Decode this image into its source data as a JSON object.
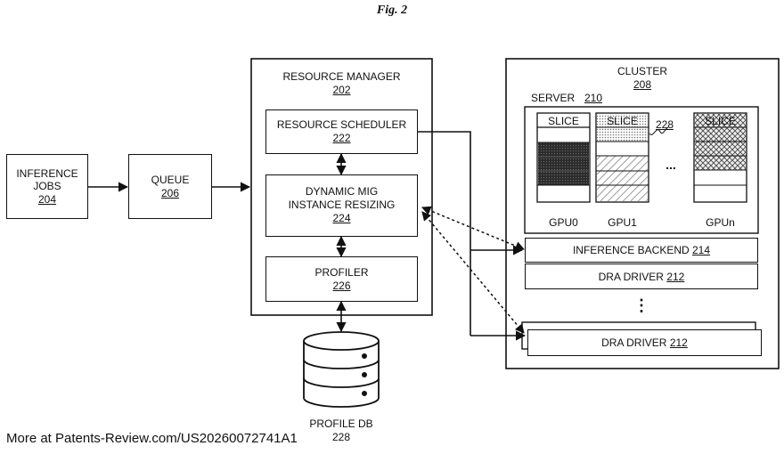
{
  "figure_title": "Fig. 2",
  "inference_jobs": {
    "label1": "INFERENCE",
    "label2": "JOBS",
    "ref": "204"
  },
  "queue": {
    "label": "QUEUE",
    "ref": "206"
  },
  "resource_manager": {
    "label": "RESOURCE MANAGER",
    "ref": "202"
  },
  "resource_scheduler": {
    "label": "RESOURCE SCHEDULER",
    "ref": "222"
  },
  "mig_resizing": {
    "label1": "DYNAMIC MIG",
    "label2": "INSTANCE RESIZING",
    "ref": "224"
  },
  "profiler": {
    "label": "PROFILER",
    "ref": "226"
  },
  "profile_db": {
    "label": "PROFILE DB",
    "ref": "228"
  },
  "cluster": {
    "label": "CLUSTER",
    "ref": "208"
  },
  "server": {
    "label": "SERVER",
    "ref": "210"
  },
  "gpus": [
    {
      "slice_label": "SLICE",
      "name": "GPU0"
    },
    {
      "slice_label": "SLICE",
      "name": "GPU1"
    },
    {
      "slice_label": "SLICE",
      "name": "GPUn"
    }
  ],
  "slice_ref": "228",
  "ellipsis": "...",
  "inference_backend": {
    "label": "INFERENCE BACKEND",
    "ref": "214"
  },
  "dra_driver_1": {
    "label": "DRA DRIVER",
    "ref": "212"
  },
  "dra_driver_2": {
    "label": "DRA DRIVER",
    "ref": "212"
  },
  "vertical_ellipsis": "⋮",
  "footer": "More at Patents-Review.com/US20260072741A1"
}
